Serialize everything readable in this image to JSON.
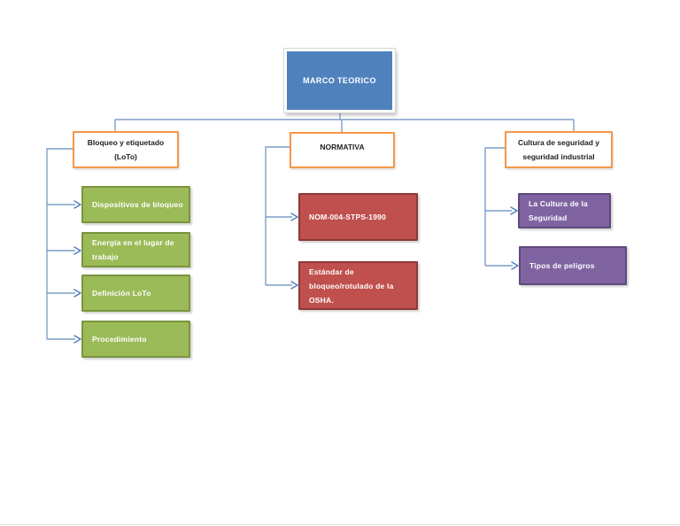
{
  "root": {
    "label": "MARCO TEORICO"
  },
  "branches": [
    {
      "id": "loto",
      "title_lines": [
        "Bloqueo y etiquetado",
        "(LoTo)"
      ],
      "items": [
        {
          "lines": [
            "Dispositivos de bloqueo"
          ]
        },
        {
          "lines": [
            "Energía en el lugar de",
            "trabajo"
          ]
        },
        {
          "lines": [
            "Definición LoTo"
          ]
        },
        {
          "lines": [
            "Procedimiento"
          ]
        }
      ]
    },
    {
      "id": "normativa",
      "title_lines": [
        "NORMATIVA"
      ],
      "items": [
        {
          "lines": [
            "NOM-004-STPS-1990"
          ]
        },
        {
          "lines": [
            "Estándar de",
            "bloqueo/rotulado de la",
            "OSHA."
          ]
        }
      ]
    },
    {
      "id": "cultura",
      "title_lines": [
        "Cultura de seguridad y",
        "seguridad industrial"
      ],
      "items": [
        {
          "lines": [
            "La Cultura de la",
            "Seguridad"
          ]
        },
        {
          "lines": [
            "Tipos de peligros"
          ]
        }
      ]
    }
  ],
  "colors": {
    "root_fill": "#4F81BD",
    "header_border": "#F79646",
    "green_fill": "#9BBB59",
    "green_border": "#7A9440",
    "red_fill": "#C0504D",
    "red_border": "#8E3836",
    "purple_fill": "#8064A2",
    "purple_border": "#5F4A7B",
    "connector": "#7C9FC9",
    "arrow": "#4E81BD"
  }
}
